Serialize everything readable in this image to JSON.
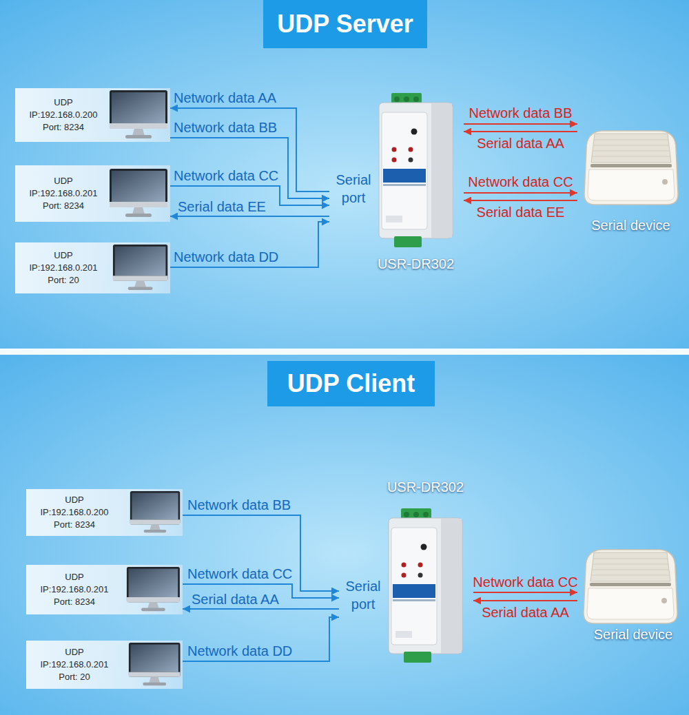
{
  "diagram": {
    "nodes": [
      {
        "text": [
          "UDP Server"
        ]
      },
      {
        "text": [
          "UDP IP:192.168.0.200 Port: 8234"
        ]
      },
      {
        "text": [
          "UDP IP:192.168.0.201 Port: 8234"
        ]
      },
      {
        "text": [
          "UDP IP:192.168.0.201 Port: 20"
        ]
      },
      {
        "text": [
          "Serial port",
          "USR-DR302"
        ]
      },
      {
        "text": [
          "Serial device"
        ]
      },
      {
        "text": [
          "UDP Client"
        ]
      },
      {
        "text": [
          "UDP IP:192.168.0.200 Port: 8234"
        ]
      },
      {
        "text": [
          "UDP IP:192.168.0.201 Port: 8234"
        ]
      },
      {
        "text": [
          "UDP IP:192.168.0.201 Port: 20"
        ]
      },
      {
        "text": [
          "USR-DR302",
          "Serial port"
        ]
      },
      {
        "text": [
          "Serial device"
        ]
      }
    ],
    "edges": [
      {
        "from": 4,
        "to": 1,
        "label": "Network data AA",
        "arrow": "to"
      },
      {
        "from": 1,
        "to": 4,
        "label": "Network data BB",
        "arrow": "to"
      },
      {
        "from": 2,
        "to": 4,
        "label": "Network data CC",
        "arrow": "to"
      },
      {
        "from": 4,
        "to": 2,
        "label": "Serial data EE",
        "arrow": "to"
      },
      {
        "from": 3,
        "to": 4,
        "label": "Network data DD",
        "arrow": "to"
      },
      {
        "from": 4,
        "to": 5,
        "label": "Network data BB",
        "arrow": "to"
      },
      {
        "from": 5,
        "to": 4,
        "label": "Serial data AA",
        "arrow": "to"
      },
      {
        "from": 4,
        "to": 5,
        "label": "Network data CC",
        "arrow": "to"
      },
      {
        "from": 5,
        "to": 4,
        "label": "Serial data EE",
        "arrow": "to"
      },
      {
        "from": 7,
        "to": 10,
        "label": "Network data BB",
        "arrow": "to"
      },
      {
        "from": 8,
        "to": 10,
        "label": "Network data CC",
        "arrow": "to"
      },
      {
        "from": 10,
        "to": 8,
        "label": "Serial data AA",
        "arrow": "to"
      },
      {
        "from": 9,
        "to": 10,
        "label": "Network data DD",
        "arrow": "to"
      },
      {
        "from": 10,
        "to": 11,
        "label": "Network data CC",
        "arrow": "to"
      },
      {
        "from": 11,
        "to": 10,
        "label": "Serial data AA",
        "arrow": "to"
      }
    ]
  }
}
